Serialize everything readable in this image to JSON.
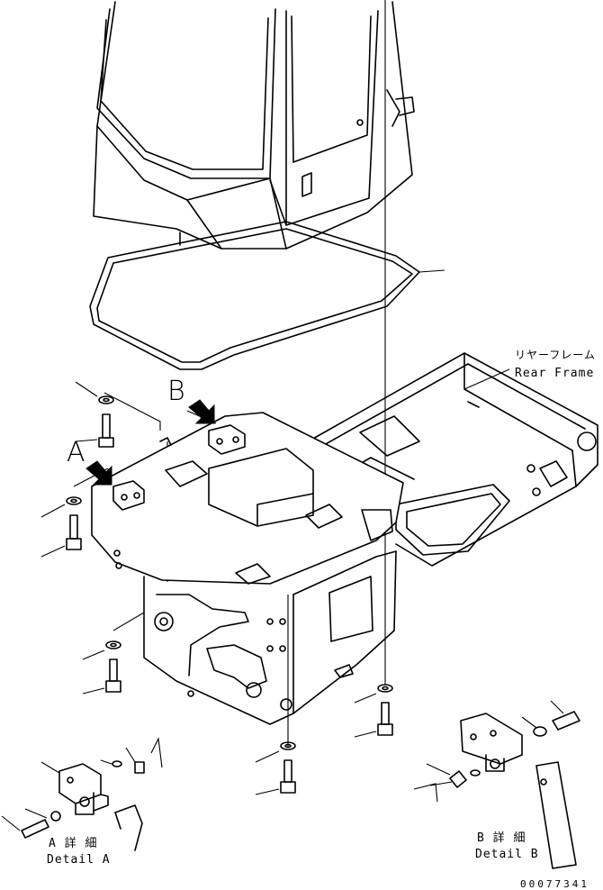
{
  "labels": {
    "callout_a": "A",
    "callout_b": "B",
    "rear_frame_jp": "リヤーフレーム",
    "rear_frame_en": "Rear Frame",
    "detail_a_jp": "A 詳 細",
    "detail_a_en": "Detail A",
    "detail_b_jp": "B 詳 細",
    "detail_b_en": "Detail B",
    "drawing_number": "00077341"
  }
}
